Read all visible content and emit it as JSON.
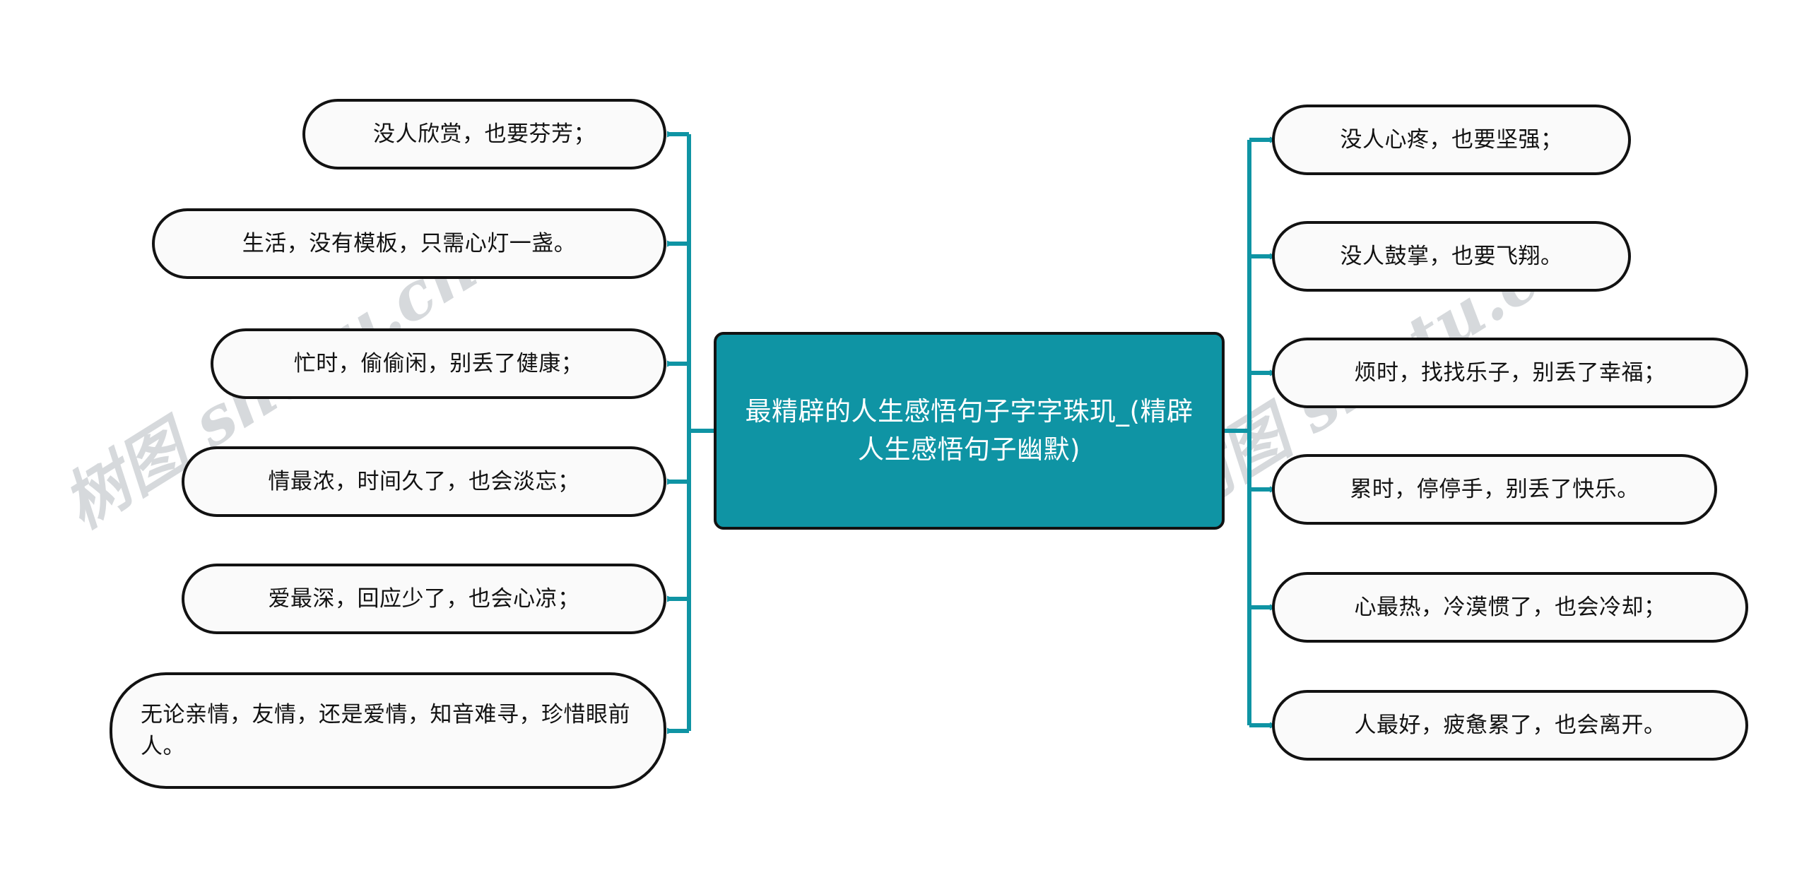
{
  "diagram": {
    "type": "mind-map",
    "title": "最精辟的人生感悟句子字字珠玑_(精辟人生感悟句子幽默)",
    "orientation": "horizontal-double-sided",
    "colors": {
      "center_fill": "#0f94a4",
      "center_text": "#ffffff",
      "node_fill": "#fafafa",
      "node_border": "#121212",
      "connector": "#0f94a4",
      "watermark": "#d6d9dc",
      "background": "#ffffff"
    }
  },
  "center": {
    "label": "最精辟的人生感悟句子字字珠玑_(精辟人生感悟句子幽默)"
  },
  "left_branch": [
    {
      "label": "没人欣赏，也要芬芳；"
    },
    {
      "label": "生活，没有模板，只需心灯一盏。"
    },
    {
      "label": "忙时，偷偷闲，别丢了健康；"
    },
    {
      "label": "情最浓，时间久了，也会淡忘；"
    },
    {
      "label": "爱最深，回应少了，也会心凉；"
    },
    {
      "label": "无论亲情，友情，还是爱情，知音难寻，珍惜眼前人。"
    }
  ],
  "right_branch": [
    {
      "label": "没人心疼，也要坚强；"
    },
    {
      "label": "没人鼓掌，也要飞翔。"
    },
    {
      "label": "烦时，找找乐子，别丢了幸福；"
    },
    {
      "label": "累时，停停手，别丢了快乐。"
    },
    {
      "label": "心最热，冷漠惯了，也会冷却；"
    },
    {
      "label": "人最好，疲惫累了，也会离开。"
    }
  ],
  "watermark": {
    "left_text": "树图 shutu.cn",
    "right_text": "树图 shutu.cn"
  }
}
